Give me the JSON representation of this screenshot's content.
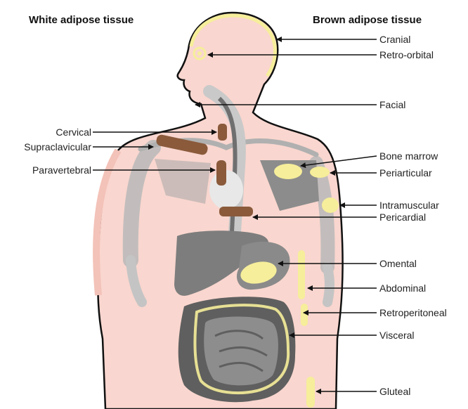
{
  "headings": {
    "white": "White adipose tissue",
    "brown": "Brown adipose tissue"
  },
  "labels_left": {
    "cervical": "Cervical",
    "supraclavicular": "Supraclavicular",
    "paravertebral": "Paravertebral"
  },
  "labels_right": {
    "cranial": "Cranial",
    "retro_orbital": "Retro-orbital",
    "facial": "Facial",
    "bone_marrow": "Bone marrow",
    "periarticular": "Periarticular",
    "intramuscular": "Intramuscular",
    "pericardial": "Pericardial",
    "omental": "Omental",
    "abdominal": "Abdominal",
    "retroperitoneal": "Retroperitoneal",
    "visceral": "Visceral",
    "gluteal": "Gluteal"
  },
  "colors": {
    "skin": "#f9d6cf",
    "white_fat": "#f6ee9a",
    "brown_fat": "#8a5a3b",
    "organ": "#7d7d7d",
    "bone": "#9e9e9e",
    "outline": "#111111"
  }
}
